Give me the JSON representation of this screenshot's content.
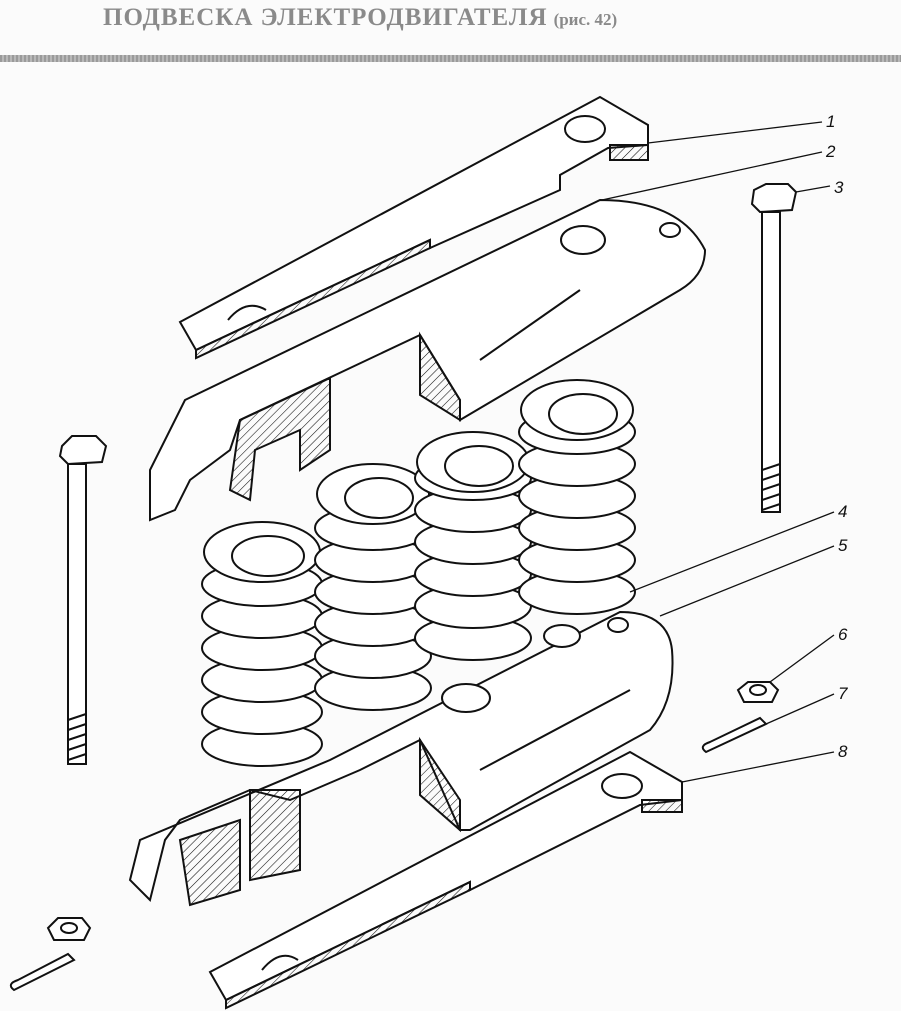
{
  "header": {
    "title": "ПОДВЕСКА ЭЛЕКТРОДВИГАТЕЛЯ",
    "figure_ref": "(рис. 42)"
  },
  "callouts": [
    "1",
    "2",
    "3",
    "4",
    "5",
    "6",
    "7",
    "8"
  ],
  "colors": {
    "ink": "#111111",
    "paper": "#fbfbfb",
    "title": "#8a8a8a"
  }
}
